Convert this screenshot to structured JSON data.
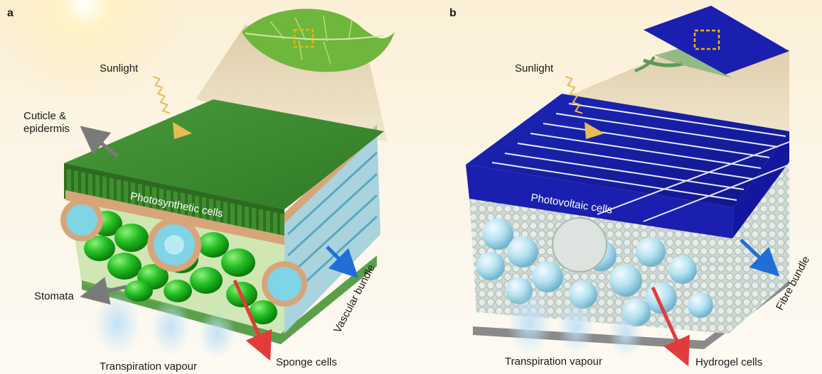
{
  "panel_a": {
    "tag": "a",
    "labels": {
      "sunlight": "Sunlight",
      "cuticle": "Cuticle &\nepidermis",
      "photosynthetic": "Photosynthetic cells",
      "stomata": "Stomata",
      "vascular": "Vascular bundle",
      "sponge": "Sponge cells",
      "transpiration": "Transpiration vapour"
    }
  },
  "panel_b": {
    "tag": "b",
    "labels": {
      "sunlight": "Sunlight",
      "photovoltaic": "Photovoltaic cells",
      "fibre": "Fibre bundle",
      "transpiration": "Transpiration vapour",
      "hydrogel": "Hydrogel cells"
    }
  },
  "colors": {
    "leaf_green": "#3f8f2e",
    "cell_green": "#1fbf1f",
    "pv_blue": "#1a1fb0",
    "hydrogel": "#a9d9ea",
    "arrow_blue": "#1f6fd6",
    "arrow_red": "#e23b3b",
    "arrow_gray": "#7a7a7a",
    "sun_arrow": "#e9bb55",
    "zoom_box": "#f0b400"
  }
}
